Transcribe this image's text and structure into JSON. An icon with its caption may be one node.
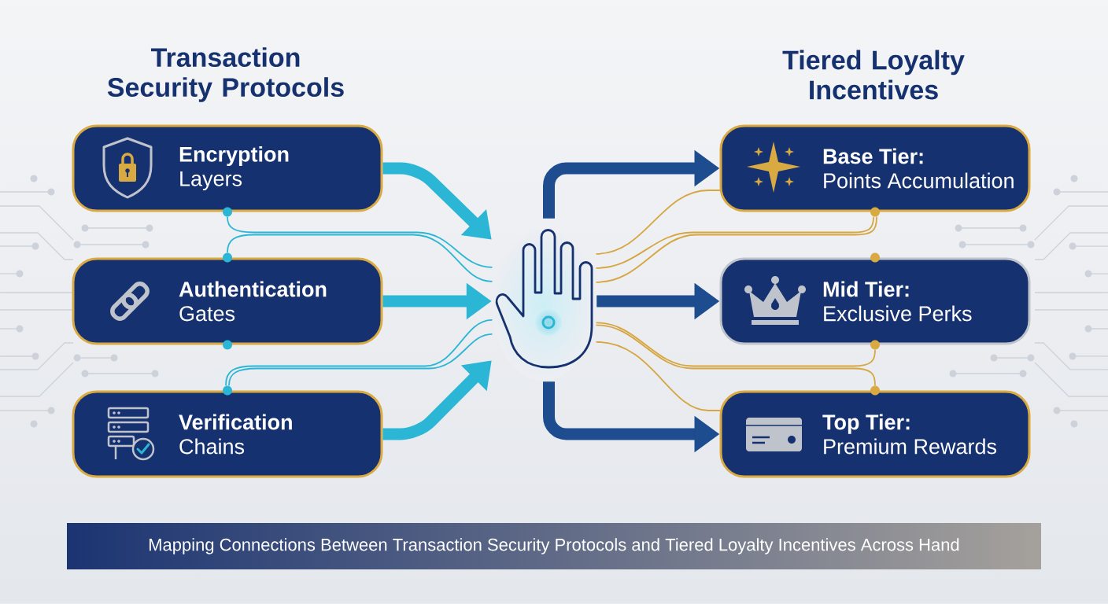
{
  "diagram": {
    "caption": "Mapping Connections Between Transaction Security Protocols and Tiered Loyalty Incentives Across Hand",
    "nodes": [
      {
        "text": [
          "**Encryption** Layers"
        ]
      },
      {
        "text": [
          "**Authentication** Gates"
        ]
      },
      {
        "text": [
          "**Verification** Chains"
        ]
      },
      {
        "text": [],
        "shape": "picture"
      },
      {
        "text": [
          "Base Tier:",
          "Points Accumulation"
        ]
      },
      {
        "text": [
          "Mid Tier:",
          "Exclusive Perks"
        ]
      },
      {
        "text": [
          "Top Tier:",
          "Premium Rewards"
        ]
      }
    ],
    "edges": [
      {
        "from": 0,
        "to": 3,
        "arrow": "to",
        "style": "thick"
      },
      {
        "from": 1,
        "to": 3,
        "arrow": "to",
        "style": "thick"
      },
      {
        "from": 2,
        "to": 3,
        "arrow": "to",
        "style": "thick"
      },
      {
        "from": 3,
        "to": 0,
        "arrow": "none"
      },
      {
        "from": 3,
        "to": 1,
        "arrow": "none"
      },
      {
        "from": 3,
        "to": 2,
        "arrow": "none"
      },
      {
        "from": 3,
        "to": 2,
        "arrow": "none"
      },
      {
        "from": 3,
        "to": 4,
        "arrow": "to",
        "style": "thick",
        "color": "#1d4d8f"
      },
      {
        "from": 3,
        "to": 5,
        "arrow": "to",
        "style": "thick",
        "color": "#1d4d8f"
      },
      {
        "from": 3,
        "to": 6,
        "arrow": "to",
        "style": "thick",
        "color": "#1d4d8f"
      },
      {
        "from": 3,
        "to": 4,
        "arrow": "none",
        "color": "#d6a640"
      },
      {
        "from": 3,
        "to": 4,
        "arrow": "none",
        "color": "#d6a640"
      },
      {
        "from": 3,
        "to": 4,
        "arrow": "none",
        "color": "#d6a640"
      },
      {
        "from": 3,
        "to": 5,
        "arrow": "none",
        "color": "#d6a640"
      },
      {
        "from": 3,
        "to": 6,
        "arrow": "none",
        "color": "#d6a640"
      },
      {
        "from": 3,
        "to": 6,
        "arrow": "none",
        "color": "#d6a640"
      }
    ],
    "labels": [
      "Transaction Security Protocols",
      "Tiered Loyalty Incentives"
    ]
  }
}
